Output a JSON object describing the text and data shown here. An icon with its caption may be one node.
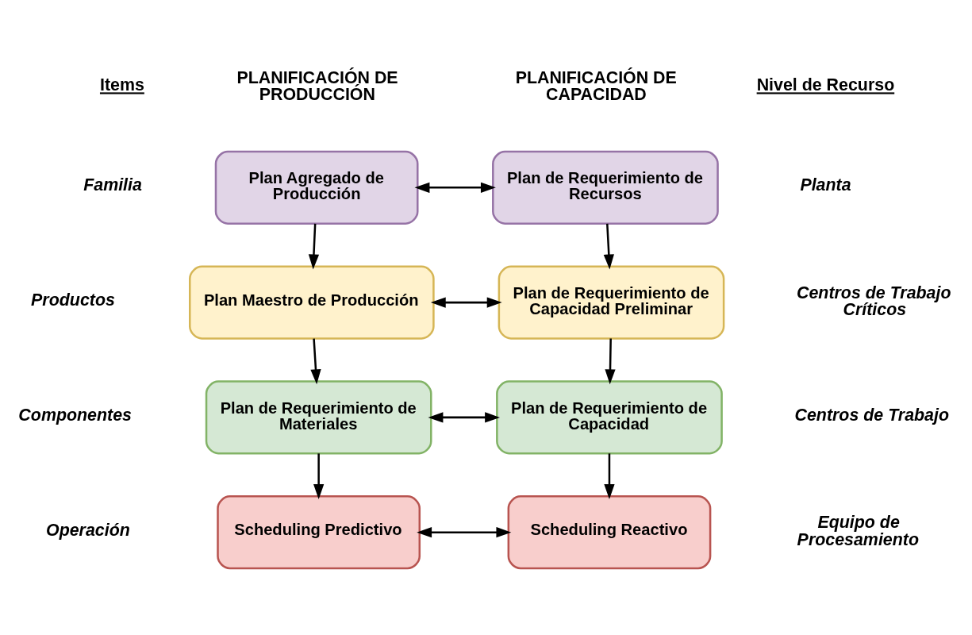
{
  "diagram": {
    "nodes": [
      {
        "text": [
          "Plan Agregado de Producción"
        ]
      },
      {
        "text": [
          "Plan de Requerimiento de Recursos"
        ]
      },
      {
        "text": [
          "Plan Maestro de Producción"
        ]
      },
      {
        "text": [
          "Plan de Requerimiento de Capacidad Preliminar"
        ]
      },
      {
        "text": [
          "Plan de Requerimiento de Materiales"
        ]
      },
      {
        "text": [
          "Plan de Requerimiento de Capacidad"
        ]
      },
      {
        "text": [
          "Scheduling Predictivo"
        ]
      },
      {
        "text": [
          "Scheduling Reactivo"
        ]
      }
    ],
    "edges": [
      {
        "from": 0,
        "to": 1,
        "arrow": "both"
      },
      {
        "from": 0,
        "to": 2,
        "arrow": "to"
      },
      {
        "from": 1,
        "to": 3,
        "arrow": "to"
      },
      {
        "from": 2,
        "to": 3,
        "arrow": "both"
      },
      {
        "from": 2,
        "to": 4,
        "arrow": "to"
      },
      {
        "from": 3,
        "to": 5,
        "arrow": "to"
      },
      {
        "from": 4,
        "to": 5,
        "arrow": "both"
      },
      {
        "from": 4,
        "to": 6,
        "arrow": "to"
      },
      {
        "from": 5,
        "to": 7,
        "arrow": "to"
      },
      {
        "from": 6,
        "to": 7,
        "arrow": "both"
      }
    ],
    "labels": [
      "Items",
      "PLANIFICACIÓN DE PRODUCCIÓN",
      "PLANIFICACIÓN DE CAPACIDAD",
      "Nivel de Recurso",
      "Familia",
      "Planta",
      "Productos",
      "Centros de Trabajo Críticos",
      "Componentes",
      "Centros de Trabajo",
      "Operación",
      "Equipo de Procesamiento"
    ]
  }
}
